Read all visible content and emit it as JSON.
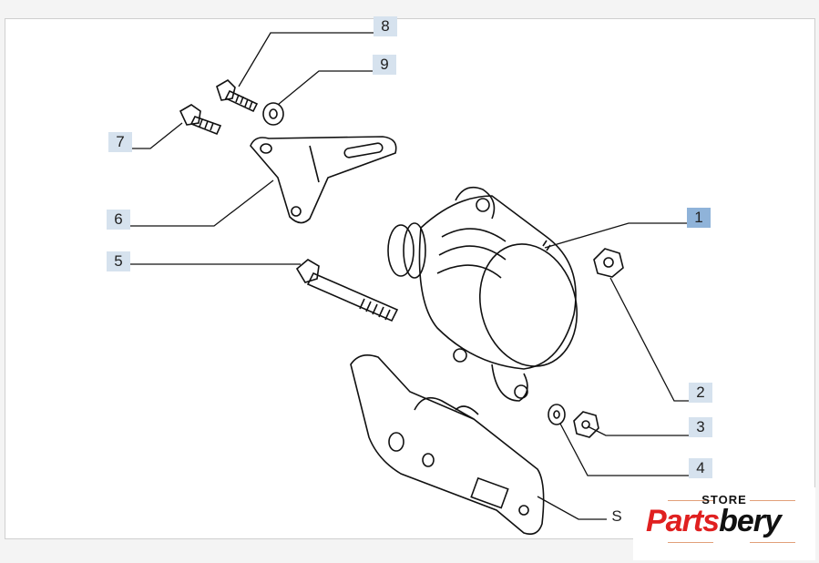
{
  "callouts": [
    {
      "number": "1",
      "selected": true
    },
    {
      "number": "2"
    },
    {
      "number": "3"
    },
    {
      "number": "4"
    },
    {
      "number": "5"
    },
    {
      "number": "6"
    },
    {
      "number": "7"
    },
    {
      "number": "8"
    },
    {
      "number": "9"
    },
    {
      "number": "S"
    }
  ],
  "logo": {
    "store": "STORE",
    "brand_red": "Parts",
    "brand_black": "bery"
  },
  "colors": {
    "label_bg": "#d6e2ee",
    "label_selected_bg": "#8fb3d9",
    "brand_red": "#e02020"
  }
}
